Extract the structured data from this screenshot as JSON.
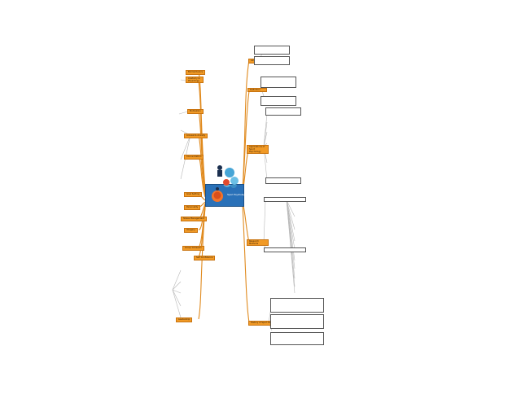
{
  "central": {
    "title": "Sport Psychology"
  },
  "left_branches": [
    {
      "label": "Biomechanics"
    },
    {
      "label": "Anatomy & Physiology"
    },
    {
      "label": "Motivation"
    },
    {
      "label": "Arousal & Anxiety"
    },
    {
      "label": "Concentration"
    },
    {
      "label": "Goal Setting"
    },
    {
      "label": "Personality"
    },
    {
      "label": "Stress Management"
    },
    {
      "label": "Imagery"
    },
    {
      "label": "Group Cohesion"
    },
    {
      "label": "Self Confidence"
    },
    {
      "label": "Leadership"
    }
  ],
  "right_branches": [
    {
      "label": "Aims"
    },
    {
      "label": "Definition"
    },
    {
      "label": "Applications of Sport Psychology"
    },
    {
      "label": "Research Methods"
    },
    {
      "label": "History of Sport Psychology"
    }
  ],
  "colors": {
    "accent": "#f19a26",
    "central": "#2a71b8",
    "line": "#b9b9b9"
  }
}
